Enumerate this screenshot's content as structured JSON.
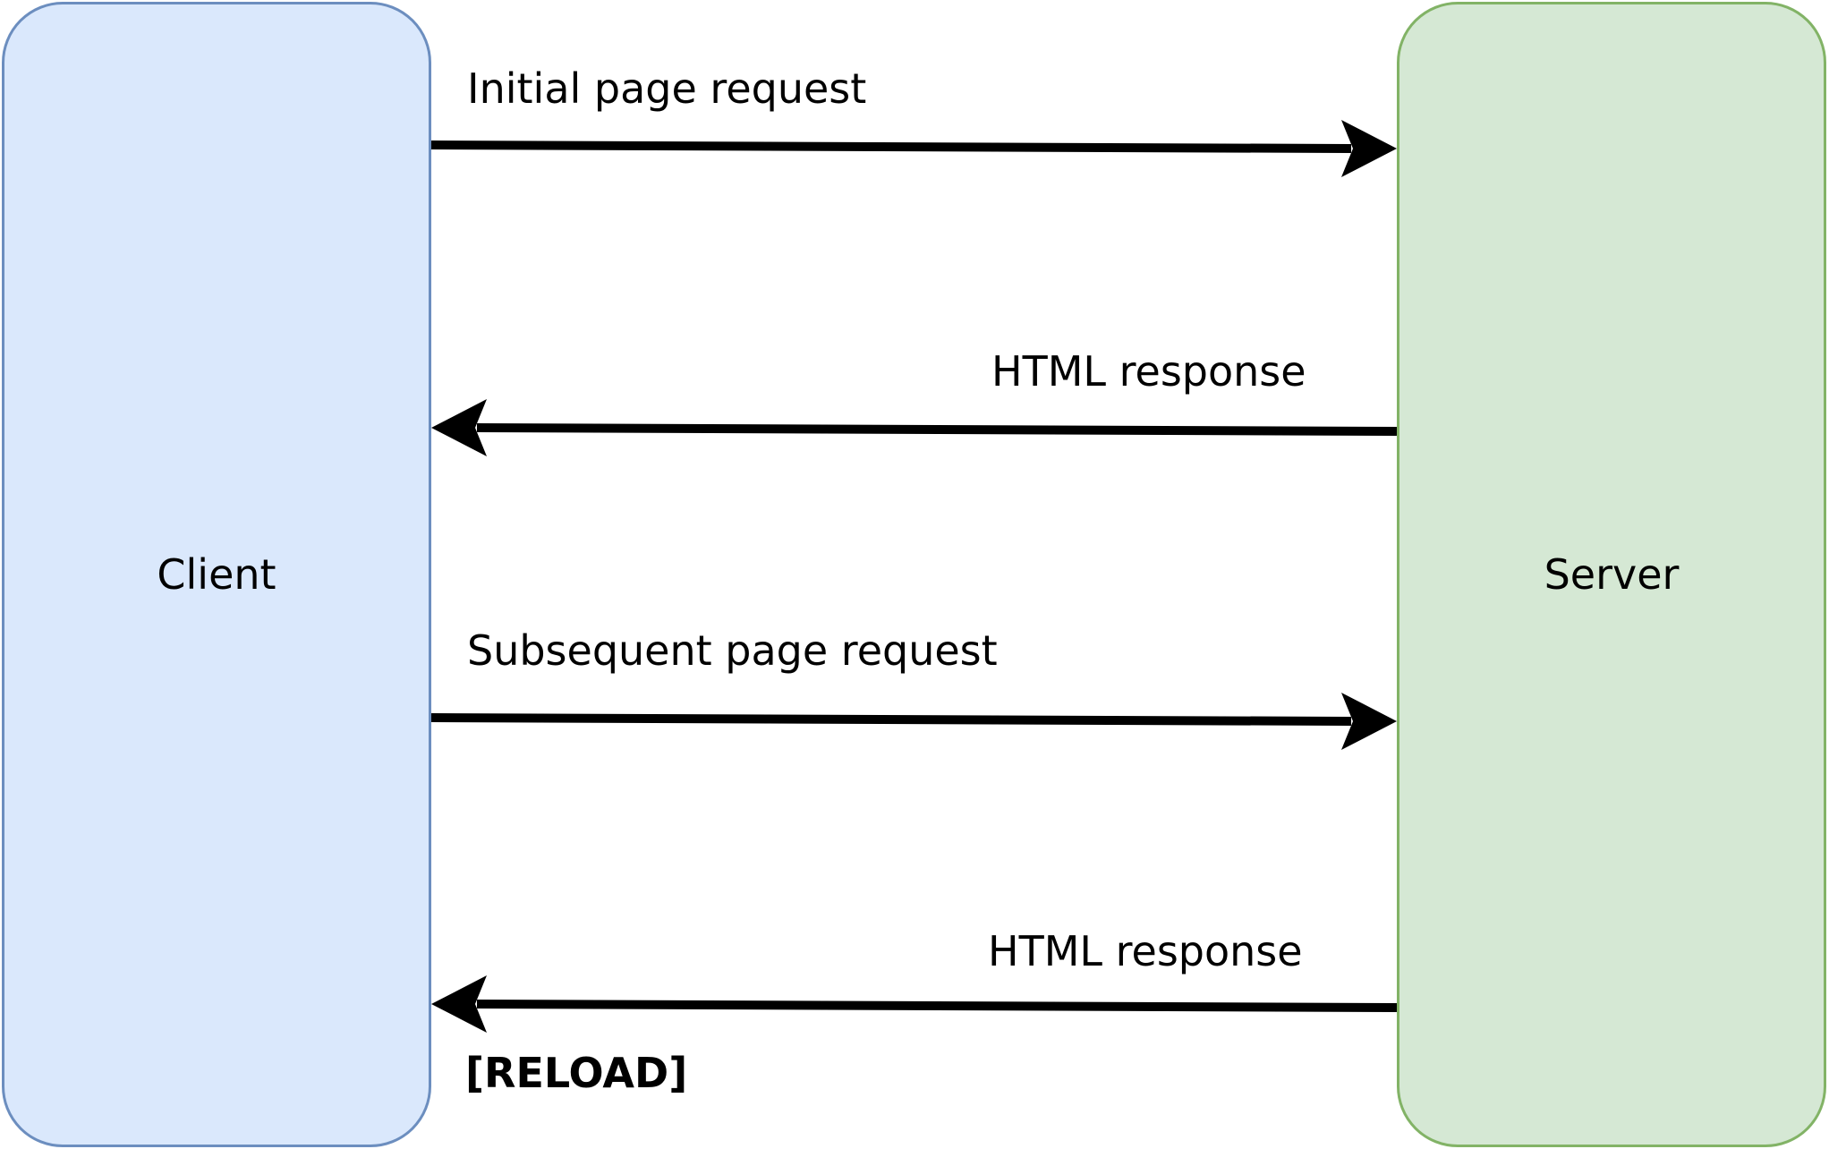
{
  "colors": {
    "client_fill": "#dae8fc",
    "client_stroke": "#6c8ebf",
    "server_fill": "#d5e8d4",
    "server_stroke": "#82b366",
    "arrow": "#000000"
  },
  "nodes": {
    "client": {
      "label": "Client"
    },
    "server": {
      "label": "Server"
    }
  },
  "messages": [
    {
      "label": "Initial page request",
      "from": "client",
      "to": "server"
    },
    {
      "label": "HTML response",
      "from": "server",
      "to": "client"
    },
    {
      "label": "Subsequent page request",
      "from": "client",
      "to": "server"
    },
    {
      "label": "HTML response",
      "from": "server",
      "to": "client"
    }
  ],
  "reload_note": "[RELOAD]"
}
